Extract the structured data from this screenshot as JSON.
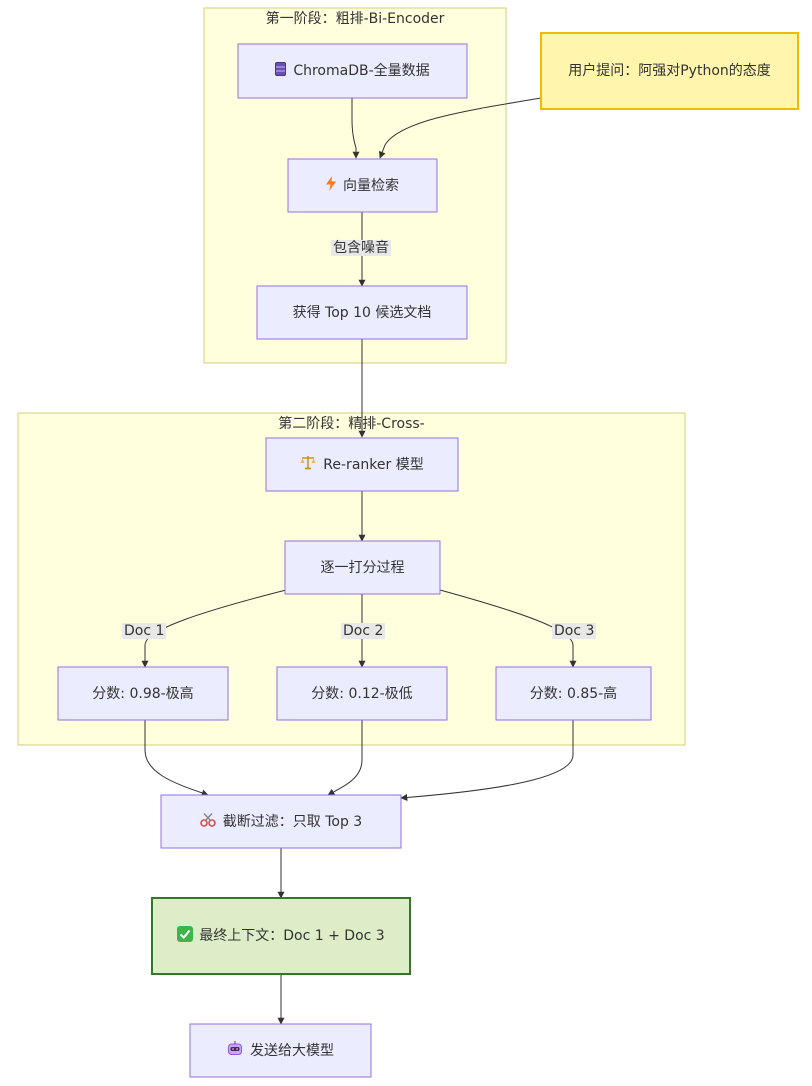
{
  "groups": {
    "stage1_title": "第一阶段：粗排-Bi-Encoder",
    "stage2_title": "第二阶段：精排-Cross-"
  },
  "nodes": {
    "chromadb": "ChromaDB-全量数据",
    "user_question": "用户提问：阿强对Python的态度",
    "vector_search": "向量检索",
    "top10": "获得 Top 10 候选文档",
    "reranker": "Re-ranker 模型",
    "scoring": "逐一打分过程",
    "score1": "分数: 0.98-极高",
    "score2": "分数: 0.12-极低",
    "score3": "分数: 0.85-高",
    "truncate": "截断过滤：只取 Top 3",
    "final_context": "最终上下文：Doc 1 + Doc 3",
    "send_llm": "发送给大模型"
  },
  "edges": {
    "noise_label": "包含噪音",
    "doc1": "Doc 1",
    "doc2": "Doc 2",
    "doc3": "Doc 3"
  },
  "icons": {
    "chromadb": "database-icon",
    "vector_search": "lightning-icon",
    "reranker": "scales-icon",
    "truncate": "scissors-icon",
    "final_context": "check-mark-icon",
    "send_llm": "robot-icon"
  },
  "colors": {
    "node_fill": "#ececff",
    "node_stroke": "#9370db",
    "group_fill": "#ffffde",
    "group_stroke": "#d2d27a",
    "question_fill": "#fff5ad",
    "question_stroke": "#f5b800",
    "final_fill": "#dcedc8",
    "final_stroke": "#33772a",
    "edge": "#333333"
  }
}
